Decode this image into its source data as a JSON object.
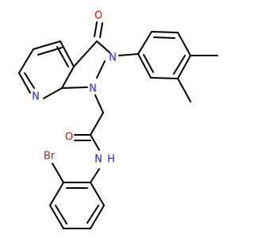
{
  "colors": {
    "bond": "#000000",
    "nitrogen": "#1E1EFF",
    "oxygen": "#FF0000",
    "bromine": "#A52A2A",
    "background": "#FFFFFF"
  },
  "atom_labels": {
    "oxo": "O",
    "n2": "N",
    "n1": "N",
    "n_pyridine": "N",
    "amide_o": "O",
    "amide_nh": "N",
    "amide_h": "H",
    "bromo": "Br"
  }
}
